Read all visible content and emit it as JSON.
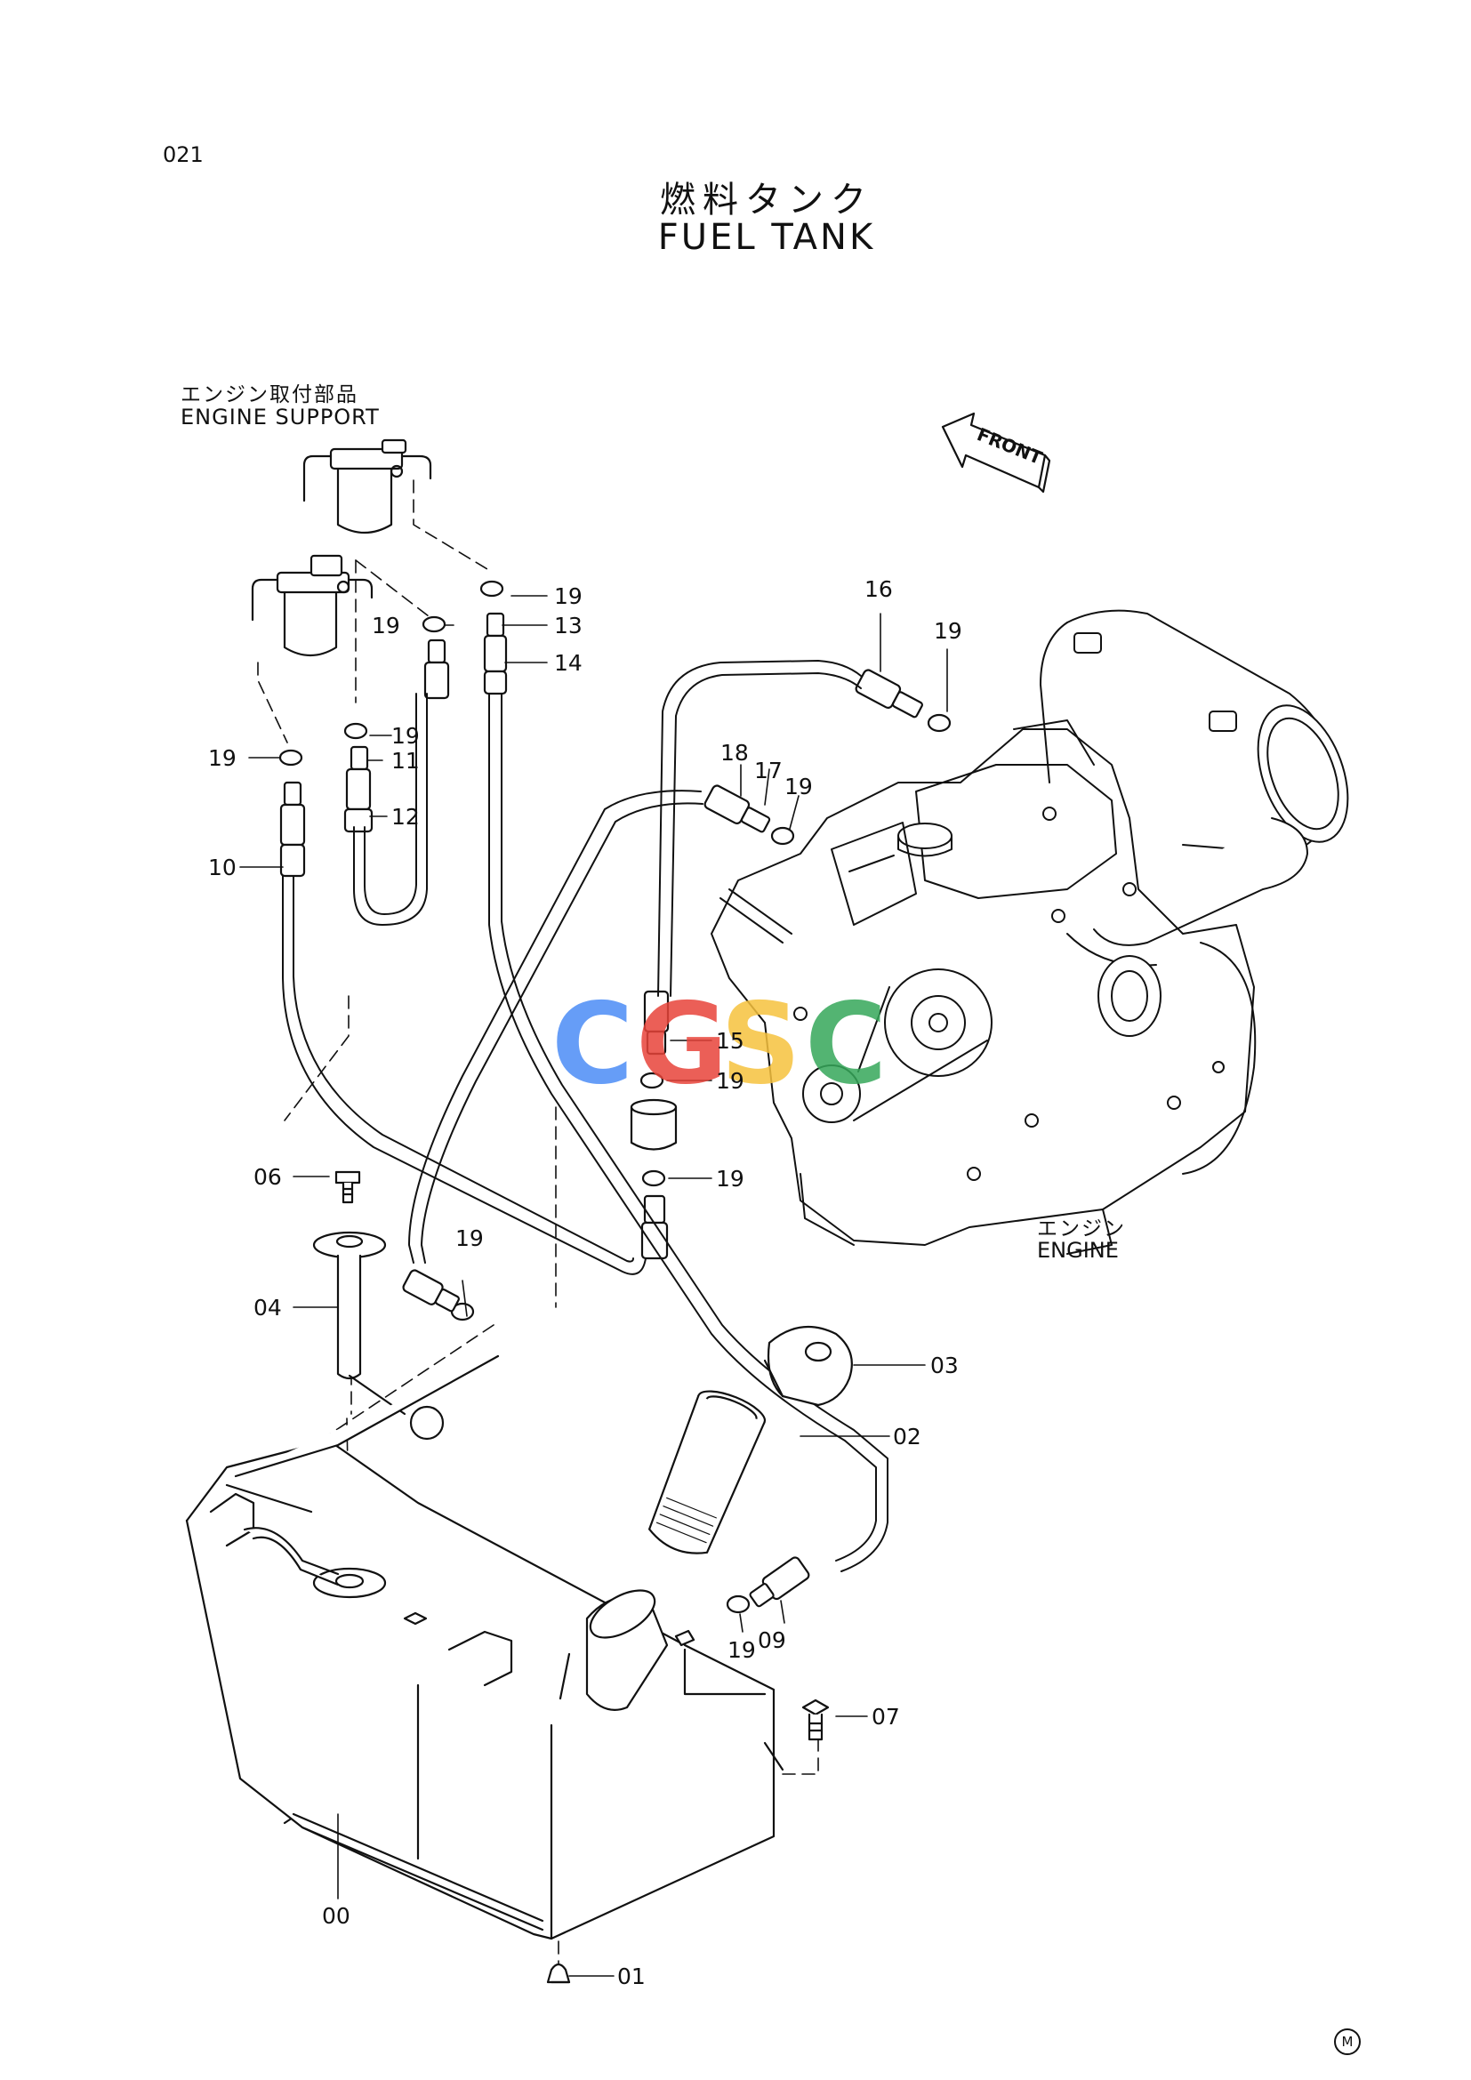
{
  "page_number": "021",
  "title": {
    "jp": "燃料タンク",
    "en": "FUEL TANK"
  },
  "group_labels": {
    "engine_support_jp": "エンジン取付部品",
    "engine_support_en": "ENGINE SUPPORT",
    "engine_jp": "エンジン",
    "engine_en": "ENGINE",
    "front_arrow": "FRONT"
  },
  "watermark": {
    "letters": [
      "C",
      "G",
      "S",
      "C"
    ],
    "colors": [
      "#4c8df6",
      "#e8443a",
      "#f6c23e",
      "#36a85a"
    ]
  },
  "corner_mark": "M",
  "callouts": {
    "p00": "00",
    "p01": "01",
    "p02": "02",
    "p03": "03",
    "p04": "04",
    "p06": "06",
    "p07": "07",
    "p09": "09",
    "p10": "10",
    "p11": "11",
    "p12": "12",
    "p13": "13",
    "p14": "14",
    "p15": "15",
    "p16": "16",
    "p17": "17",
    "p18": "18",
    "p19": "19"
  }
}
